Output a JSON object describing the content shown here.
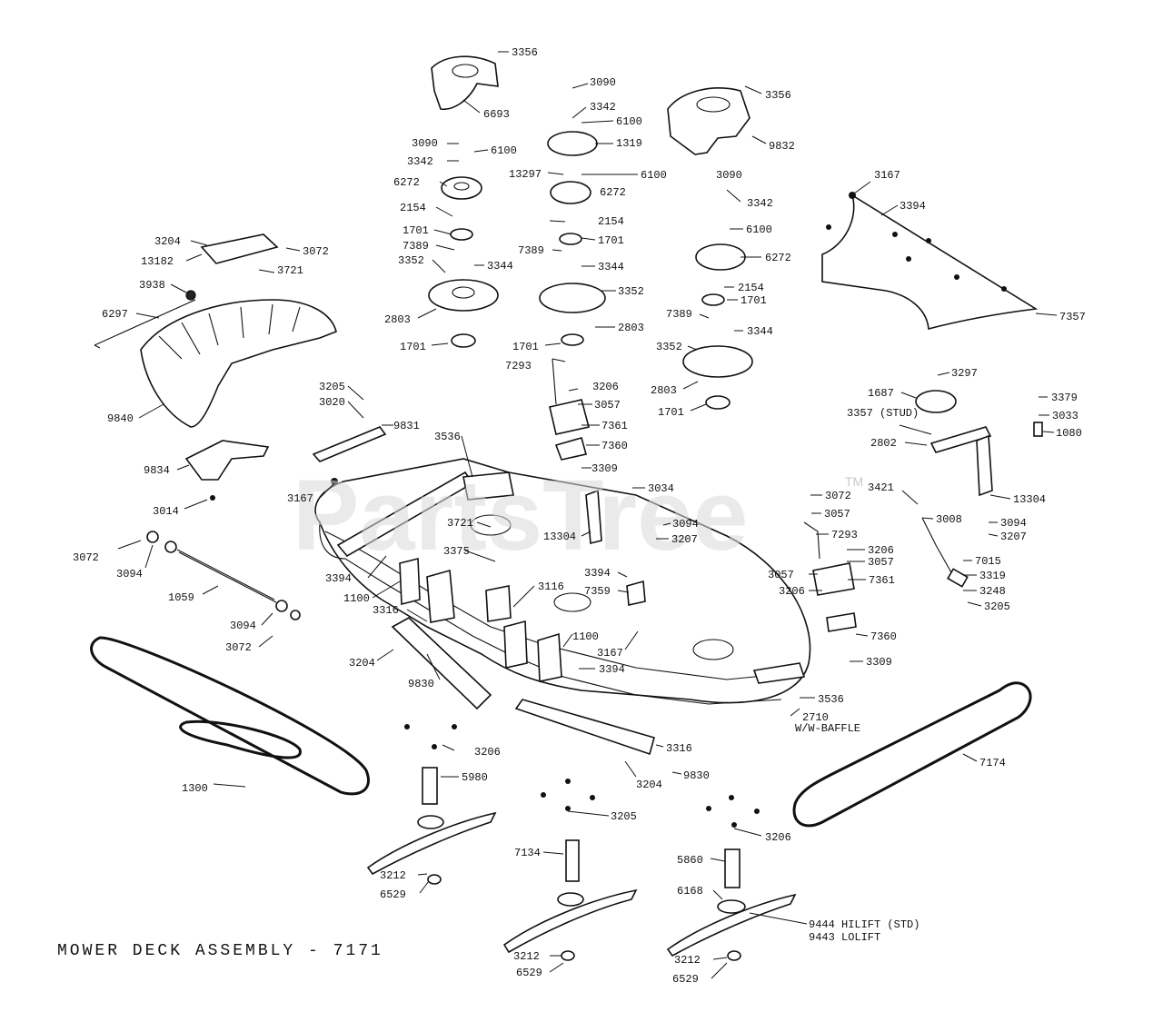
{
  "diagram": {
    "title": "MOWER DECK ASSEMBLY - 7171",
    "watermark": "PartsTree",
    "watermark_mark": "TM",
    "colors": {
      "line": "#111111",
      "paper": "#ffffff",
      "watermark": "#d9d9d9"
    },
    "labels": [
      "3356",
      "6693",
      "3090",
      "3342",
      "6100",
      "1319",
      "13297",
      "6100",
      "6272",
      "3356",
      "9832",
      "3090",
      "3342",
      "6100",
      "6272",
      "2154",
      "1701",
      "7389",
      "3352",
      "3344",
      "2803",
      "1701",
      "2154",
      "1701",
      "7389",
      "3352",
      "3344",
      "2803",
      "1701",
      "3167",
      "3394",
      "3090",
      "3342",
      "6100",
      "6272",
      "2154",
      "1701",
      "7389",
      "3344",
      "3352",
      "2803",
      "1701",
      "7357",
      "3204",
      "13182",
      "3721",
      "3072",
      "3938",
      "6297",
      "9840",
      "3205",
      "3020",
      "9831",
      "9834",
      "3014",
      "3167",
      "7293",
      "3206",
      "3057",
      "7361",
      "7360",
      "3309",
      "3536",
      "3034",
      "3721",
      "13304",
      "3094",
      "3207",
      "3297",
      "1687",
      "3357 (STUD)",
      "2802",
      "3379",
      "3033",
      "1080",
      "13304",
      "3421",
      "3008",
      "3094",
      "3207",
      "3072",
      "3057",
      "7293",
      "3206",
      "3057",
      "7361",
      "3057",
      "3206",
      "7015",
      "3319",
      "3248",
      "3205",
      "7360",
      "3309",
      "3072",
      "3094",
      "1059",
      "3094",
      "3072",
      "3394",
      "1100",
      "3375",
      "3394",
      "7359",
      "3116",
      "3316",
      "3204",
      "9830",
      "3167",
      "1100",
      "3394",
      "3536",
      "2710",
      "W/W-BAFFLE",
      "1300",
      "3206",
      "3316",
      "9830",
      "3204",
      "7174",
      "5980",
      "3205",
      "3206",
      "3212",
      "6529",
      "7134",
      "5860",
      "6168",
      "9444 HILIFT (STD)",
      "9443 LOLIFT",
      "3212",
      "6529",
      "3212",
      "6529"
    ]
  }
}
